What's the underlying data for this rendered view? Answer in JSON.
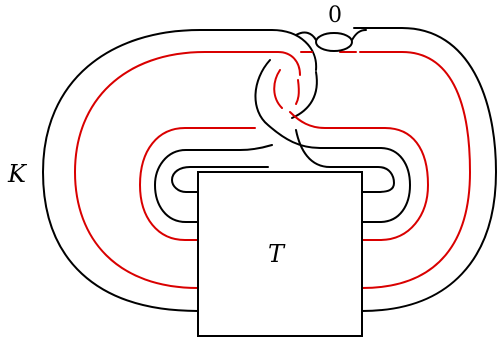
{
  "labels": {
    "knot": "K",
    "tangle": "T",
    "framing": "0"
  },
  "colors": {
    "knot_strand": "#000000",
    "pushoff_strand": "#d90000",
    "background": "#ffffff"
  }
}
